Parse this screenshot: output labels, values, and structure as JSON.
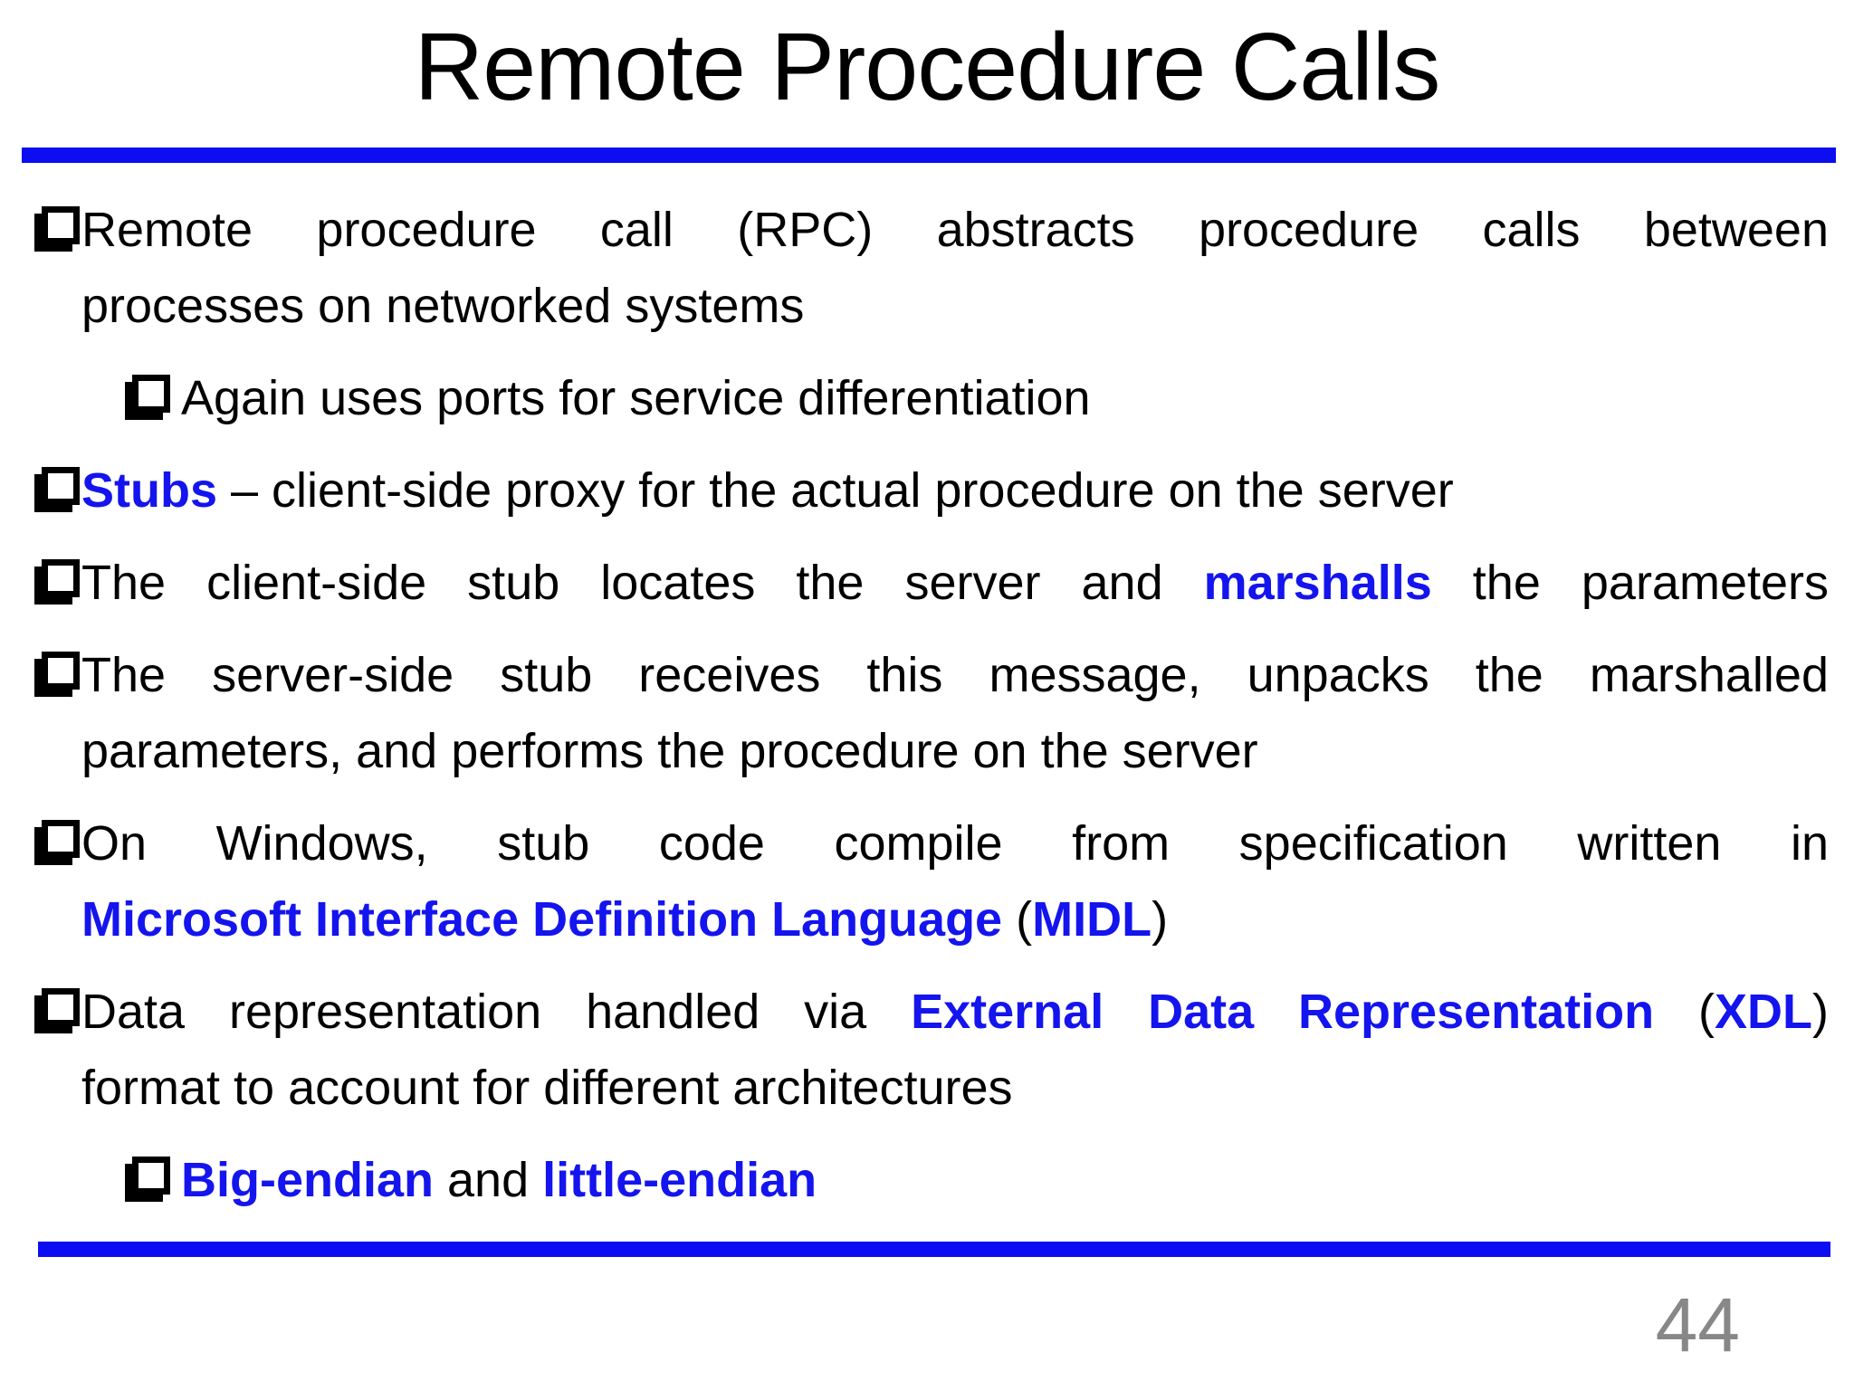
{
  "slide": {
    "title": "Remote Procedure Calls",
    "page_number": "44",
    "colors": {
      "accent_blue": "#1414ee",
      "rule_blue": "#0d0df2",
      "page_number_gray": "#878787"
    },
    "bullets": [
      {
        "level": 1,
        "lines": [
          {
            "justify": true,
            "runs": [
              {
                "style": "normal",
                "text": "Remote procedure call (RPC) abstracts procedure calls between"
              }
            ]
          },
          {
            "justify": false,
            "runs": [
              {
                "style": "normal",
                "text": "processes on networked systems"
              }
            ]
          }
        ]
      },
      {
        "level": 2,
        "lines": [
          {
            "justify": false,
            "runs": [
              {
                "style": "normal",
                "text": "Again uses ports for service differentiation"
              }
            ]
          }
        ]
      },
      {
        "level": 1,
        "lines": [
          {
            "justify": false,
            "runs": [
              {
                "style": "accent",
                "text": "Stubs"
              },
              {
                "style": "normal",
                "text": " – client-side proxy for the actual procedure on the server"
              }
            ]
          }
        ]
      },
      {
        "level": 1,
        "lines": [
          {
            "justify": true,
            "runs": [
              {
                "style": "normal",
                "text": "The client-side stub locates the server and "
              },
              {
                "style": "accent",
                "text": "marshalls"
              },
              {
                "style": "normal",
                "text": " the parameters"
              }
            ]
          }
        ]
      },
      {
        "level": 1,
        "lines": [
          {
            "justify": true,
            "runs": [
              {
                "style": "normal",
                "text": "The server-side stub receives this message, unpacks the marshalled"
              }
            ]
          },
          {
            "justify": false,
            "runs": [
              {
                "style": "normal",
                "text": "parameters, and performs the procedure on the server"
              }
            ]
          }
        ]
      },
      {
        "level": 1,
        "lines": [
          {
            "justify": true,
            "runs": [
              {
                "style": "normal",
                "text": "On Windows, stub code compile from specification written in"
              }
            ]
          },
          {
            "justify": false,
            "runs": [
              {
                "style": "accent",
                "text": "Microsoft Interface Definition Language"
              },
              {
                "style": "normal",
                "text": " ("
              },
              {
                "style": "accent",
                "text": "MIDL"
              },
              {
                "style": "normal",
                "text": ")"
              }
            ]
          }
        ]
      },
      {
        "level": 1,
        "lines": [
          {
            "justify": true,
            "runs": [
              {
                "style": "normal",
                "text": "Data representation handled via "
              },
              {
                "style": "accent",
                "text": "External Data Representation"
              },
              {
                "style": "normal",
                "text": " ("
              },
              {
                "style": "accent",
                "text": "XDL"
              },
              {
                "style": "normal",
                "text": ")"
              }
            ]
          },
          {
            "justify": false,
            "runs": [
              {
                "style": "normal",
                "text": "format to account for different architectures"
              }
            ]
          }
        ]
      },
      {
        "level": 2,
        "lines": [
          {
            "justify": false,
            "runs": [
              {
                "style": "accent",
                "text": "Big-endian"
              },
              {
                "style": "normal",
                "text": " and "
              },
              {
                "style": "accent",
                "text": "little-endian"
              }
            ]
          }
        ]
      }
    ]
  }
}
